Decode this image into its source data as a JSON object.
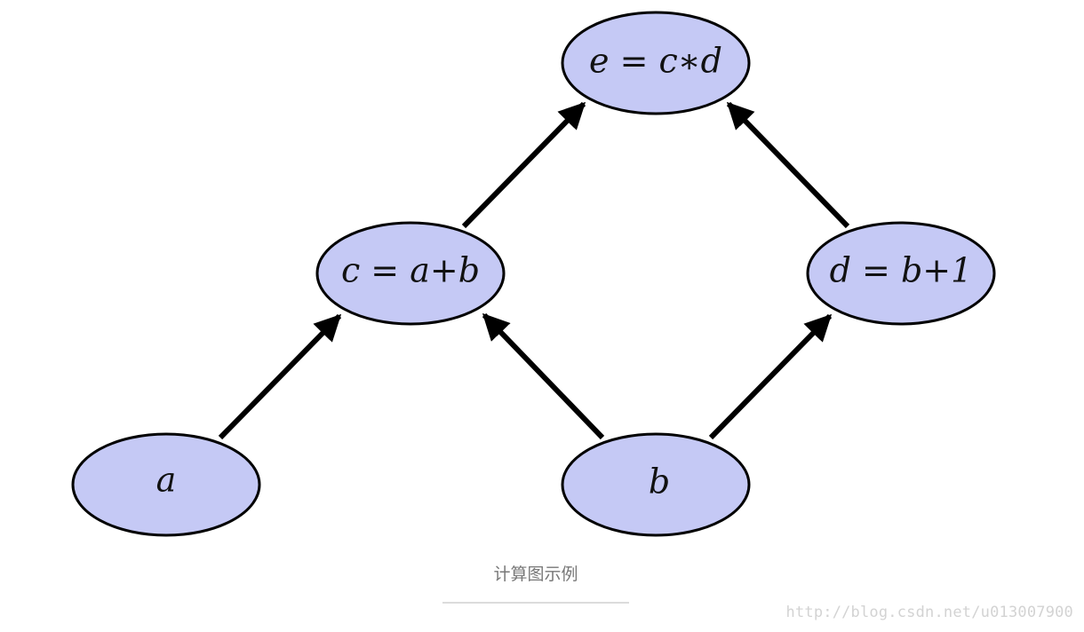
{
  "graph": {
    "nodes": [
      {
        "id": "e",
        "label": "e = c∗d"
      },
      {
        "id": "c",
        "label": "c = a+b"
      },
      {
        "id": "d",
        "label": "d = b+1"
      },
      {
        "id": "a",
        "label": "a"
      },
      {
        "id": "b",
        "label": "b"
      }
    ],
    "edges": [
      {
        "from": "a",
        "to": "c"
      },
      {
        "from": "b",
        "to": "c"
      },
      {
        "from": "b",
        "to": "d"
      },
      {
        "from": "c",
        "to": "e"
      },
      {
        "from": "d",
        "to": "e"
      }
    ],
    "colors": {
      "node_fill": "#c5c9f5",
      "node_stroke": "#000000",
      "edge": "#000000"
    }
  },
  "caption": "计算图示例",
  "watermark": "http://blog.csdn.net/u013007900"
}
